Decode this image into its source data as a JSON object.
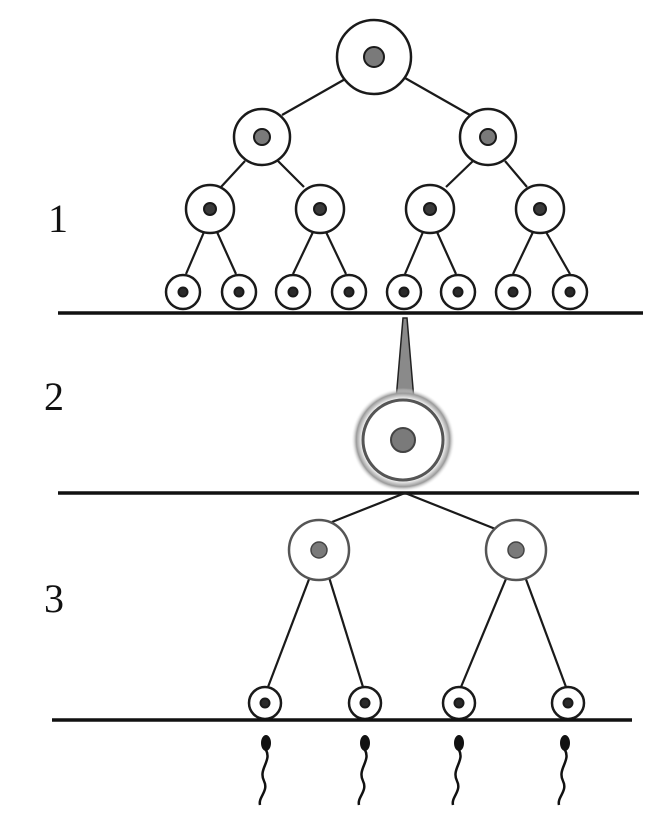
{
  "zones": [
    {
      "id": "zone-1",
      "label": "1"
    },
    {
      "id": "zone-2",
      "label": "2"
    },
    {
      "id": "zone-3",
      "label": "3"
    }
  ],
  "colors": {
    "outline": "#1a1a1a",
    "nucleus_large": "#7a7a7a",
    "nucleus_small": "#2a2a2a",
    "line": "#111111",
    "background": "#ffffff"
  },
  "structure": {
    "zone1_divisions": 3,
    "zone1_final_cells": 8,
    "zone3_divisions": 2,
    "zone3_final_cells": 4,
    "sperm_count": 4
  }
}
